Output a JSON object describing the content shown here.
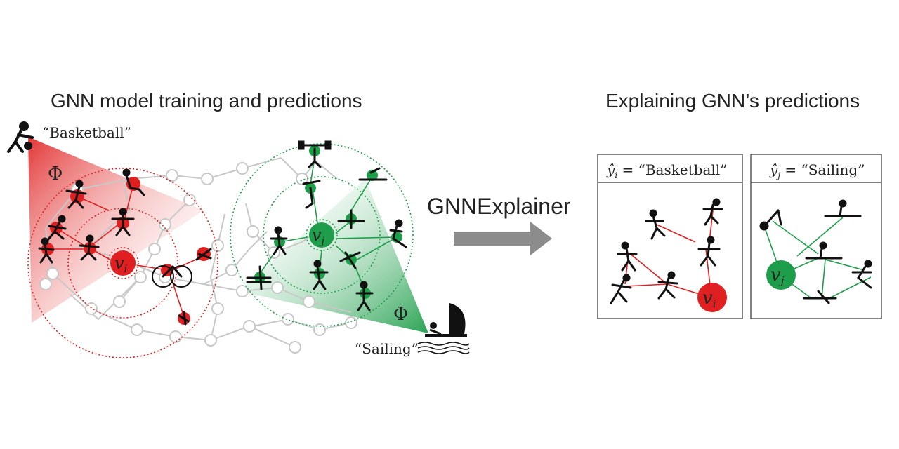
{
  "left_panel": {
    "title": "GNN model training and predictions",
    "label_basketball": "“Basketball”",
    "label_sailing": "“Sailing”",
    "phi": "Φ",
    "node_i": "v",
    "node_i_sub": "i",
    "node_j": "v",
    "node_j_sub": "j"
  },
  "method": {
    "label": "GNNExplainer"
  },
  "right_panel": {
    "title": "Explaining GNN’s predictions",
    "box_i": {
      "pred_var": "ŷ",
      "pred_sub": "i",
      "pred_text": " = “Basketball”",
      "node": "v",
      "node_sub": "i"
    },
    "box_j": {
      "pred_var": "ŷ",
      "pred_sub": "j",
      "pred_text": " = “Sailing”",
      "node": "v",
      "node_sub": "j"
    }
  },
  "colors": {
    "red": "#e02020",
    "green": "#1e9e4a",
    "gray_edge": "#c8c8c8",
    "arrow": "#8c8c8c"
  }
}
